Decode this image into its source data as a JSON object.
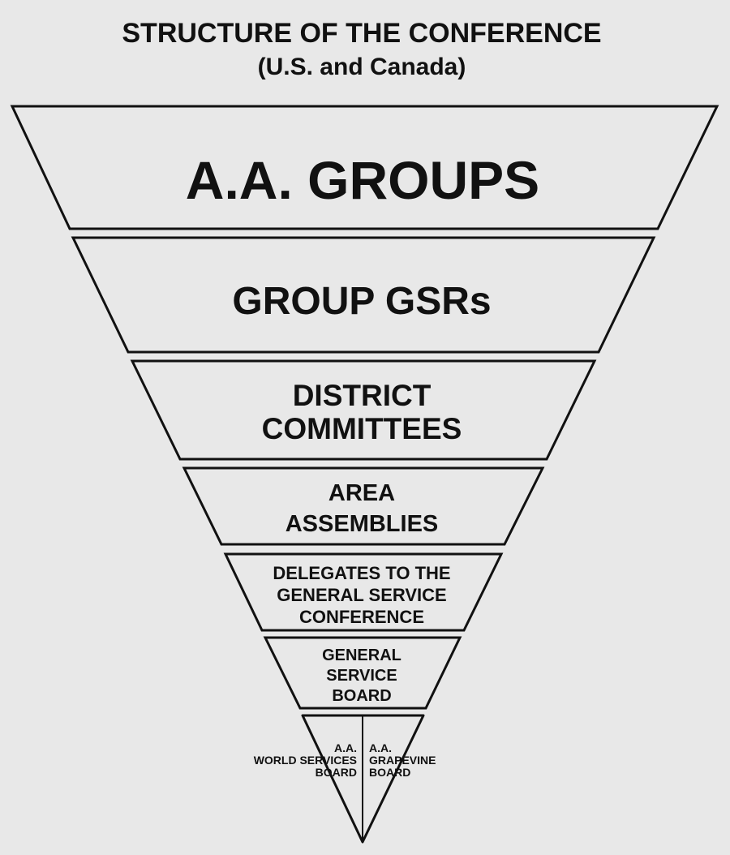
{
  "title": "STRUCTURE OF THE CONFERENCE",
  "subtitle": "(U.S. and Canada)",
  "colors": {
    "background": "#e8e8e8",
    "stroke": "#111111",
    "text": "#111111",
    "tier_fill": "#e8e8e8"
  },
  "tiers": [
    {
      "lines": [
        "A.A. GROUPS"
      ]
    },
    {
      "lines": [
        "GROUP GSRs"
      ]
    },
    {
      "lines": [
        "DISTRICT",
        "COMMITTEES"
      ]
    },
    {
      "lines": [
        "AREA",
        "ASSEMBLIES"
      ]
    },
    {
      "lines": [
        "DELEGATES TO THE",
        "GENERAL SERVICE",
        "CONFERENCE"
      ]
    },
    {
      "lines": [
        "GENERAL",
        "SERVICE",
        "BOARD"
      ]
    }
  ],
  "bottom": {
    "left": {
      "lines": [
        "A.A.",
        "WORLD SERVICES",
        "BOARD"
      ]
    },
    "right": {
      "lines": [
        "A.A.",
        "GRAPEVINE",
        "BOARD"
      ]
    }
  }
}
